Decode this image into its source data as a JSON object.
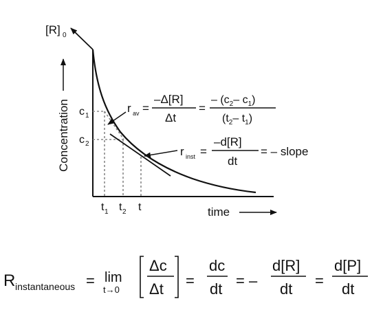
{
  "graph": {
    "r0_label": "[R]",
    "r0_sub": "0",
    "y_axis_label": "Concentration",
    "x_axis_label": "time",
    "c1": "c",
    "c1_sub": "1",
    "c2": "c",
    "c2_sub": "2",
    "t1": "t",
    "t1_sub": "1",
    "t2": "t",
    "t2_sub": "2",
    "t": "t"
  },
  "r_av": {
    "lhs": "r",
    "lhs_sub": "av",
    "eq1": "=",
    "num1": "–Δ[R]",
    "den1": "Δt",
    "eq2": "=",
    "num2_a": "– (c",
    "num2_sub1": "2",
    "num2_b": "– c",
    "num2_sub2": "1",
    "num2_c": ")",
    "den2_a": "(t",
    "den2_sub1": "2",
    "den2_b": "– t",
    "den2_sub2": "1",
    "den2_c": ")"
  },
  "r_inst": {
    "lhs": "r",
    "lhs_sub": "inst",
    "eq1": "=",
    "num": "–d[R]",
    "den": "dt",
    "rhs": "= – slope"
  },
  "bottom_eq": {
    "R": "R",
    "R_sub": "instantaneous",
    "eq1": "=",
    "lim": "lim",
    "lim_sub": "t→0",
    "frac_num": "Δc",
    "frac_den": "Δt",
    "eq2": "=",
    "dc_num": "dc",
    "dc_den": "dt",
    "eq3": "= –",
    "dR_num": "d[R]",
    "dR_den": "dt",
    "eq4": "=",
    "dP_num": "d[P]",
    "dP_den": "dt"
  }
}
